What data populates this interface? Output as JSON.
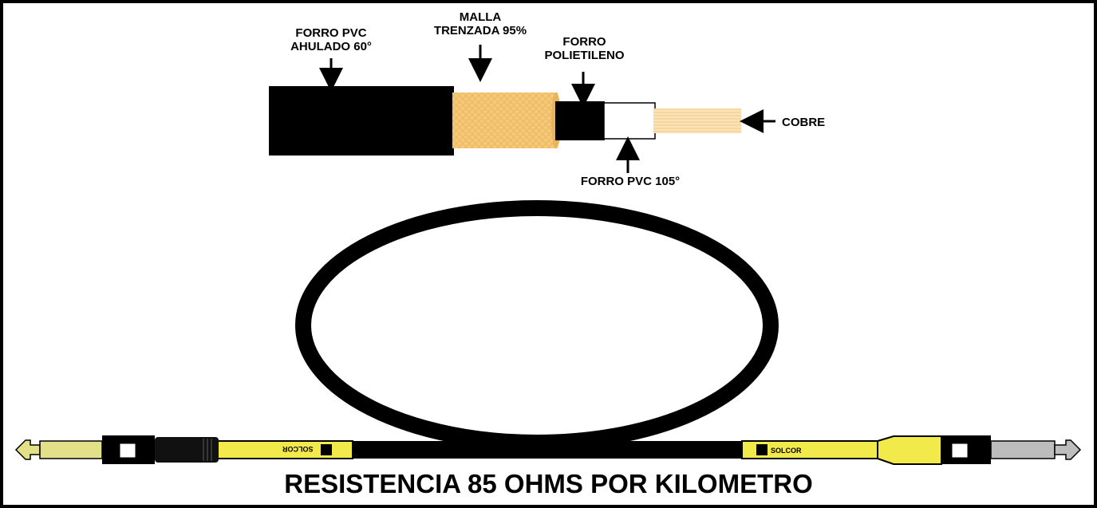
{
  "labels": {
    "forro_pvc_ahulado": "FORRO PVC\nAHULADO 60°",
    "malla_trenzada": "MALLA\nTRENZADA 95%",
    "forro_polietileno": "FORRO\nPOLIETILENO",
    "cobre": "COBRE",
    "forro_pvc_105": "FORRO PVC 105°"
  },
  "brand": "SOLCOR",
  "title": "RESISTENCIA 85 OHMS POR KILOMETRO",
  "colors": {
    "jacket": "#000000",
    "braid": "#f6c97a",
    "insulation": "#ffffff",
    "copper": "#f6d39a",
    "cable_sleeve": "#f2e94a",
    "plug_left": "#e3e08a",
    "plug_right": "#bdbdbd"
  }
}
